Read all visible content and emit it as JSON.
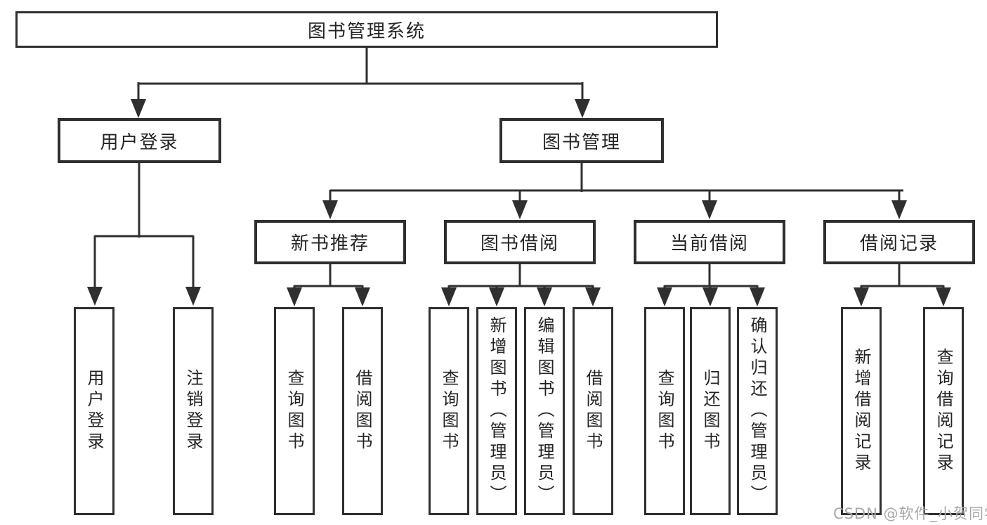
{
  "nodes": {
    "root": "图书管理系统",
    "l2_user_login": "用户登录",
    "l2_book_mgmt": "图书管理",
    "l3_new_books": "新书推荐",
    "l3_book_borrow": "图书借阅",
    "l3_current_borrow": "当前借阅",
    "l3_borrow_records": "借阅记录",
    "leaf_user_login": "用户登录",
    "leaf_logout": "注销登录",
    "leaf_nb_query": "查询图书",
    "leaf_nb_borrow": "借阅图书",
    "leaf_bb_query": "查询图书",
    "leaf_bb_add": "新增图书（管理员）",
    "leaf_bb_edit": "编辑图书（管理员）",
    "leaf_bb_borrow": "借阅图书",
    "leaf_cb_query": "查询图书",
    "leaf_cb_return": "归还图书",
    "leaf_cb_confirm": "确认归还（管理员）",
    "leaf_br_add": "新增借阅记录",
    "leaf_br_query": "查询借阅记录"
  },
  "watermark": "CSDN @软件_小贺同学",
  "colors": {
    "line": "#2f2f2f",
    "text": "#242424",
    "bg": "#ffffff",
    "watermark": "#a8a8a8"
  }
}
